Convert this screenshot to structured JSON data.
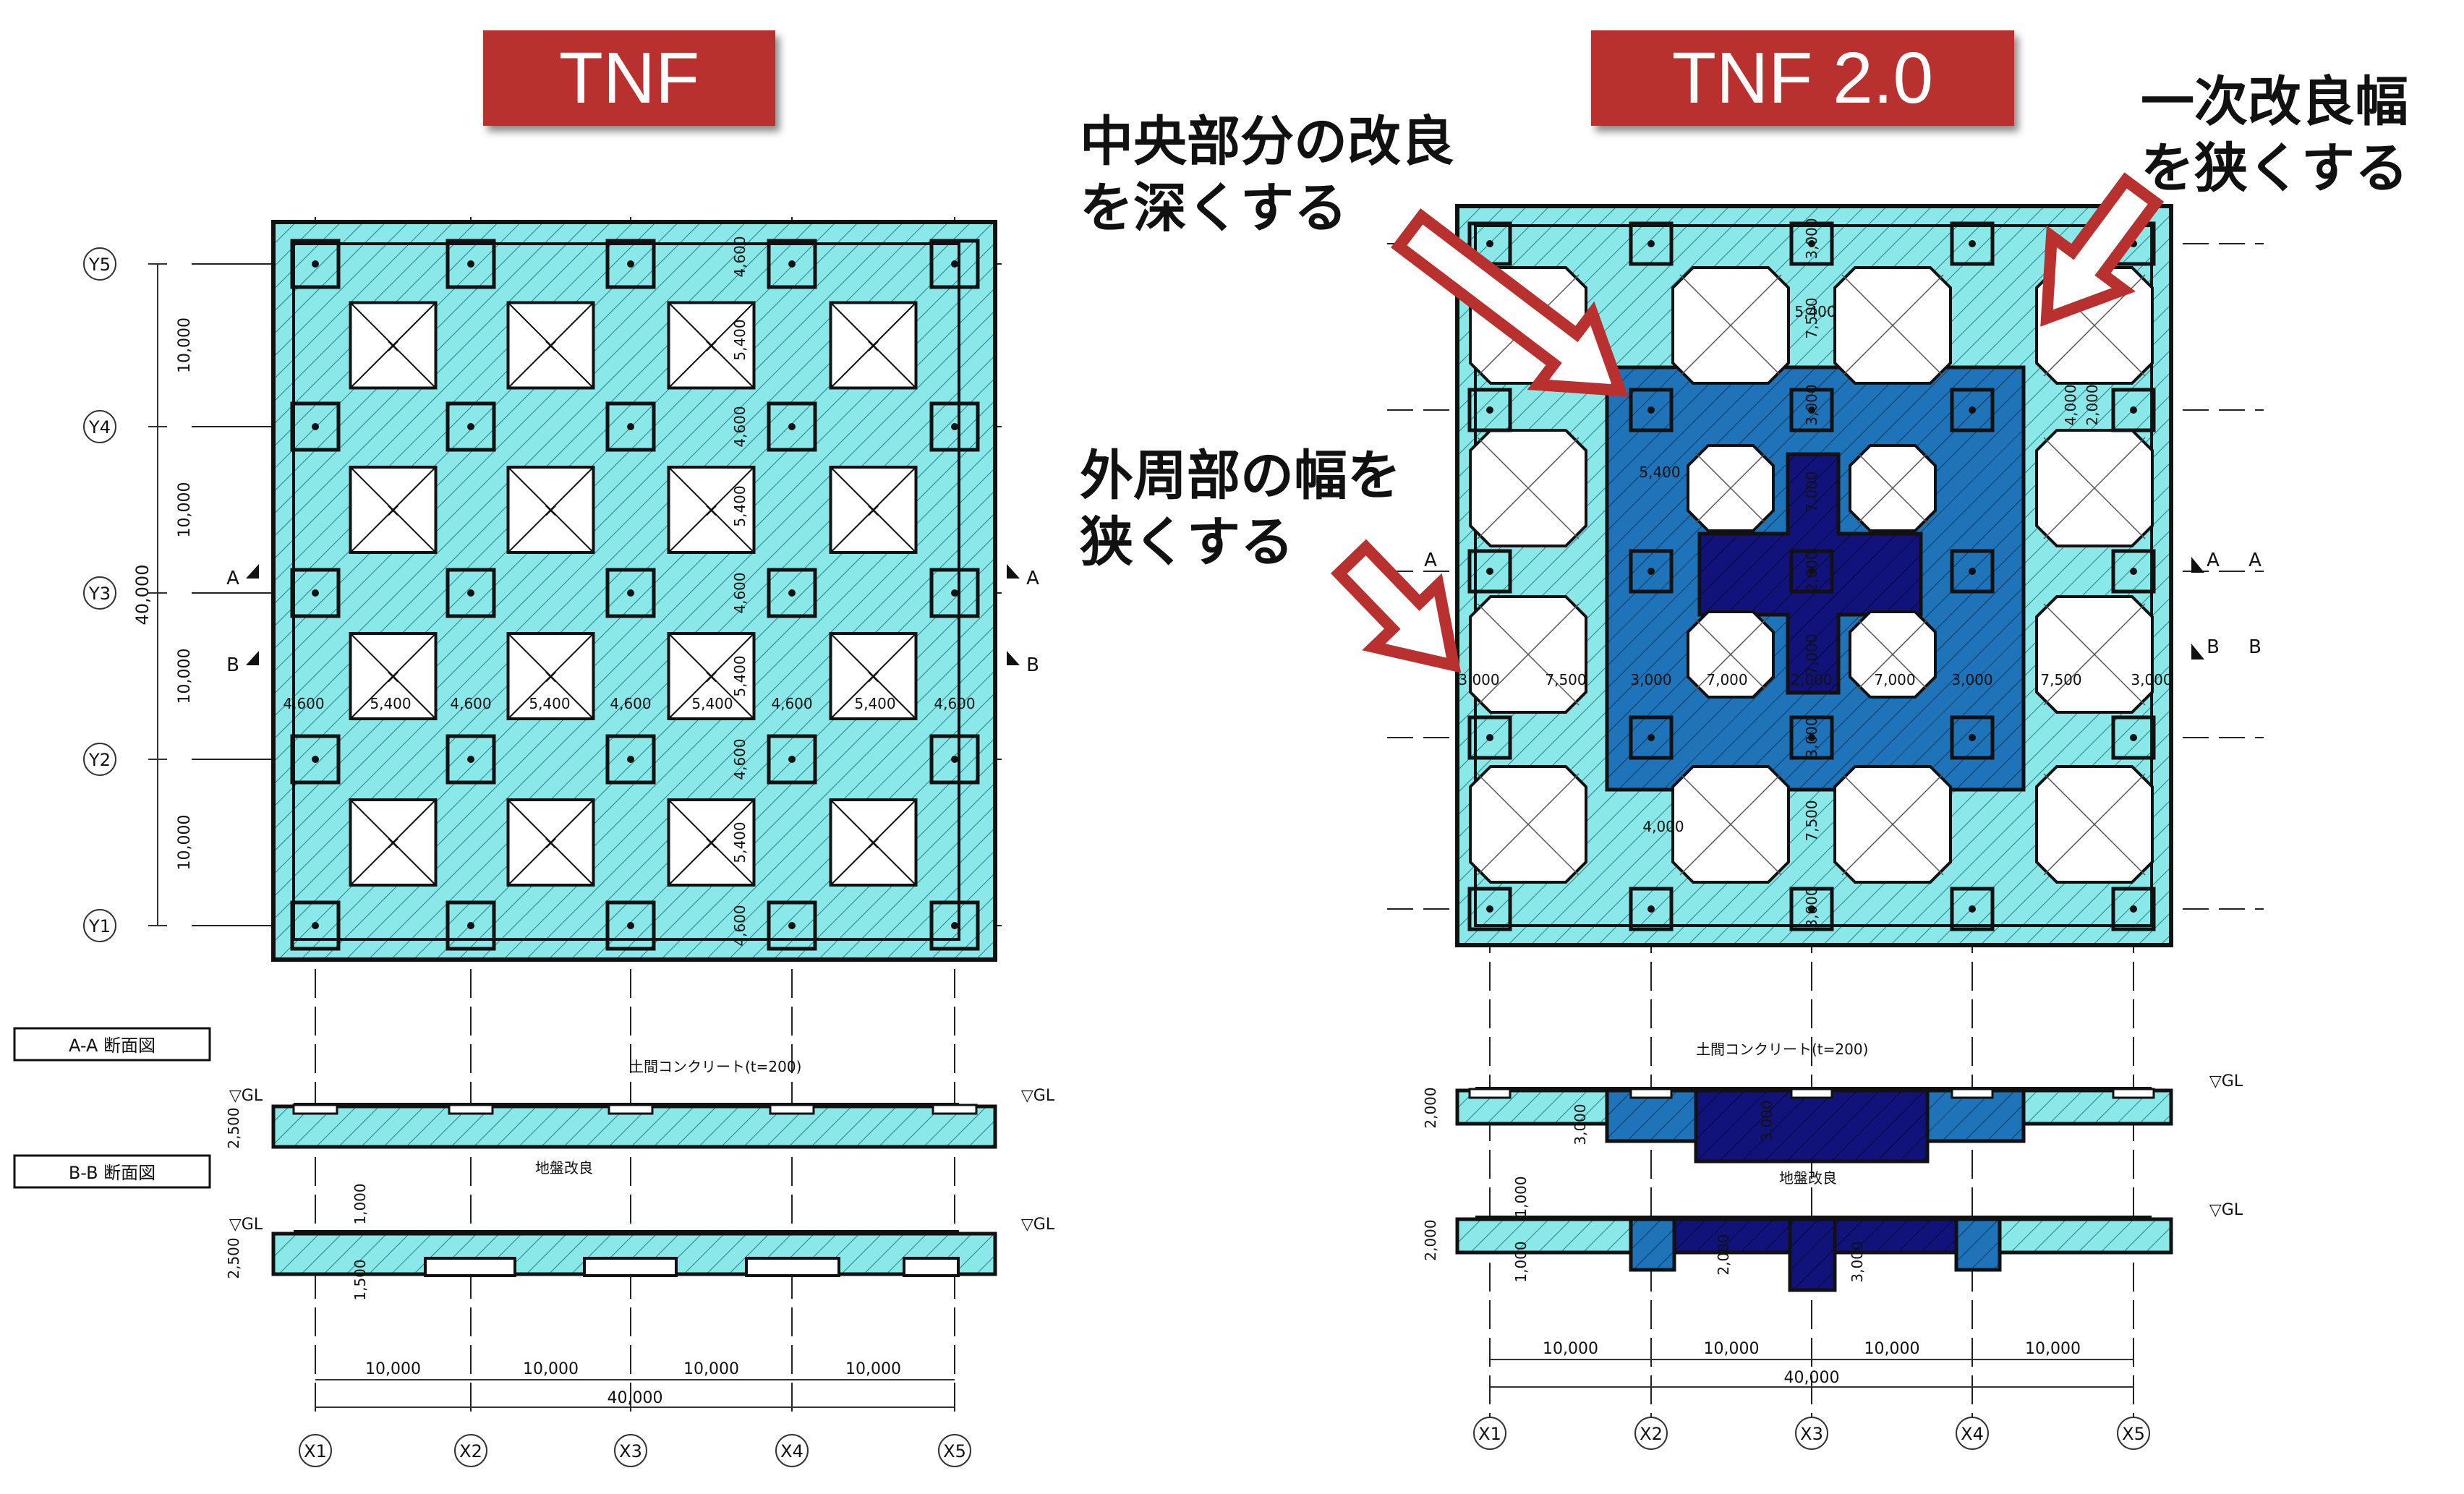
{
  "left_panel": {
    "title": "TNF",
    "axes_x": [
      "X1",
      "X2",
      "X3",
      "X4",
      "X5"
    ],
    "axes_y": [
      "Y5",
      "Y4",
      "Y3",
      "Y2",
      "Y1"
    ],
    "dim_vertical_total": "40,000",
    "dim_vertical_span": "10,000",
    "dim_horizontal_span": "10,000",
    "dim_horizontal_total": "40,000",
    "dim_row_labels": [
      "4,600",
      "5,400",
      "4,600",
      "5,400",
      "4,600",
      "5,400",
      "4,600",
      "5,400",
      "4,600"
    ],
    "dim_col_labels": [
      "4,600",
      "5,400",
      "4,600",
      "5,400",
      "4,600",
      "5,400",
      "4,600",
      "5,400",
      "4,600"
    ],
    "section_a_label": "A",
    "section_b_label": "B",
    "aa_title": "A-A 断面図",
    "bb_title": "B-B 断面図",
    "gl_label": "▽GL",
    "slab_label": "土間コンクリート(t=200)",
    "improve_label": "地盤改良",
    "depth_main": "2,500",
    "depth_top": "1,000",
    "depth_sub": "1,500"
  },
  "right_panel": {
    "title": "TNF 2.0",
    "callout_center": [
      "中央部分の改良",
      "を深くする"
    ],
    "callout_outer": [
      "外周部の幅を",
      "狭くする"
    ],
    "callout_primary": [
      "一次改良幅",
      "を狭くする"
    ],
    "axes_x": [
      "X1",
      "X2",
      "X3",
      "X4",
      "X5"
    ],
    "dim_horizontal_span": "10,000",
    "dim_horizontal_total": "40,000",
    "dim_row_labels": [
      "3,000",
      "7,500",
      "3,000",
      "7,000",
      "2,000",
      "7,000",
      "3,000",
      "7,500",
      "3,000"
    ],
    "dim_small": [
      "5,400",
      "4,000",
      "2,000",
      "5,400",
      "4,000"
    ],
    "section_a_label": "A",
    "section_b_label": "B",
    "gl_label": "▽GL",
    "slab_label": "土間コンクリート(t=200)",
    "improve_label": "地盤改良",
    "depth_main": "2,000",
    "depth_deep": "3,000",
    "depth_mid": "2,000",
    "depth_top": "1,000",
    "depth_center": "3,000"
  },
  "colors": {
    "cyan": "#8ae8e8",
    "mid_blue": "#1f73b8",
    "navy": "#12137a",
    "banner_red": "#b8312f",
    "arrow_red": "#b8312f"
  }
}
